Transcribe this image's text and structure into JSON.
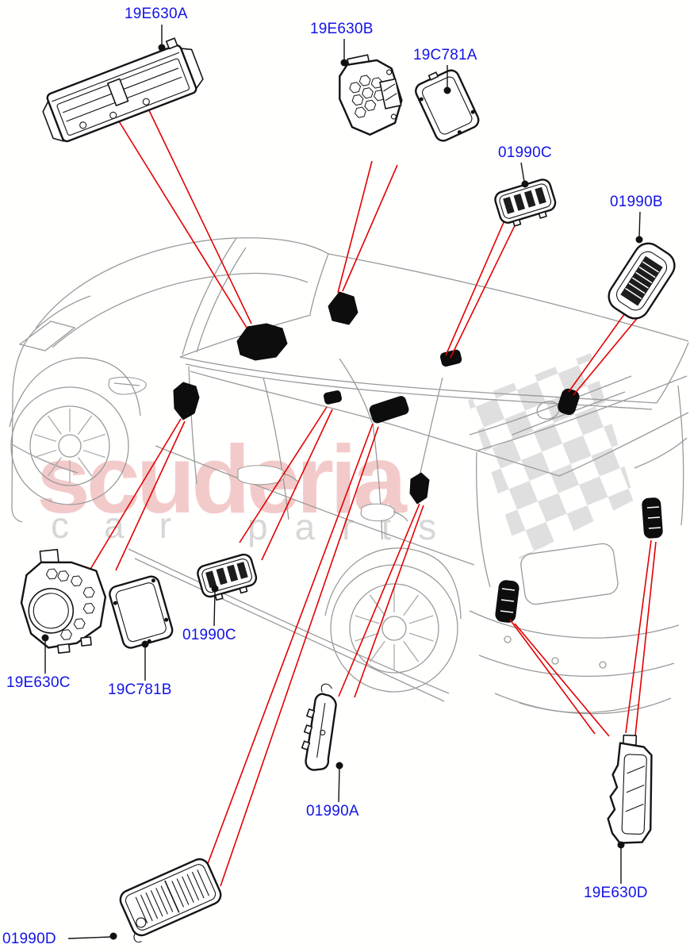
{
  "watermark": {
    "brand": "scuderia",
    "word_left": "car",
    "word_right": "parts"
  },
  "labels": [
    {
      "id": "19E630A",
      "text": "19E630A"
    },
    {
      "id": "19E630B",
      "text": "19E630B"
    },
    {
      "id": "19C781A",
      "text": "19C781A"
    },
    {
      "id": "01990C-roof",
      "text": "01990C"
    },
    {
      "id": "01990B",
      "text": "01990B"
    },
    {
      "id": "19E630C",
      "text": "19E630C"
    },
    {
      "id": "19C781B",
      "text": "19C781B"
    },
    {
      "id": "01990C-door",
      "text": "01990C"
    },
    {
      "id": "01990A",
      "text": "01990A"
    },
    {
      "id": "19E630D",
      "text": "19E630D"
    },
    {
      "id": "01990D",
      "text": "01990D"
    }
  ],
  "colors": {
    "label_blue": "#1414e6",
    "pointer_red": "#e30000",
    "leader_black": "#111111",
    "car_line_gray": "#9a9a9a",
    "watermark_pink": "#eb9fa1",
    "watermark_gray": "#d7d7d7",
    "checker_gray": "#d9d9d9",
    "background": "#ffffff"
  }
}
